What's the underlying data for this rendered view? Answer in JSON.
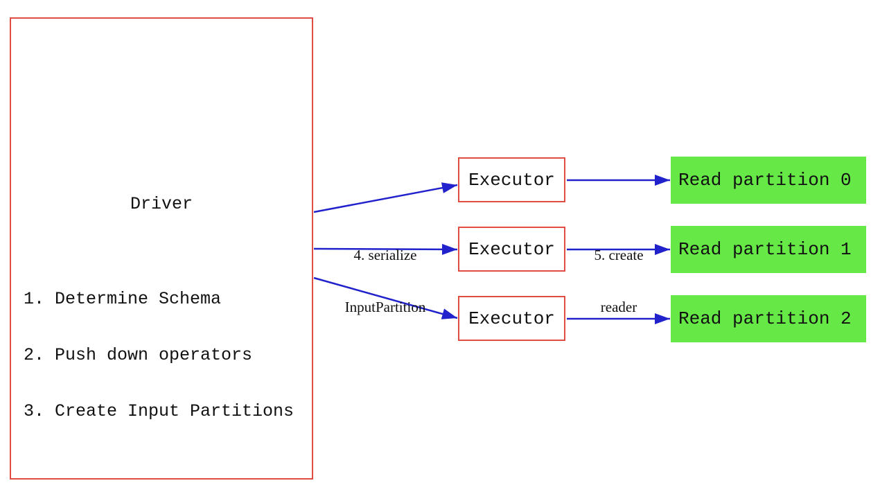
{
  "diagram": {
    "driver": {
      "title": "Driver",
      "steps": [
        "1. Determine Schema",
        "2. Push down operators",
        "3. Create Input Partitions"
      ]
    },
    "executors": [
      "Executor",
      "Executor",
      "Executor"
    ],
    "partitions": [
      "Read partition 0",
      "Read partition 1",
      "Read partition 2"
    ],
    "edge_labels": {
      "serialize": [
        "4. serialize",
        "InputPartition"
      ],
      "create_reader": [
        "5. create",
        "reader"
      ]
    },
    "colors": {
      "box_border": "#e04b42",
      "partition_fill": "#66e846",
      "arrow": "#2222cc",
      "text": "#111111"
    }
  }
}
